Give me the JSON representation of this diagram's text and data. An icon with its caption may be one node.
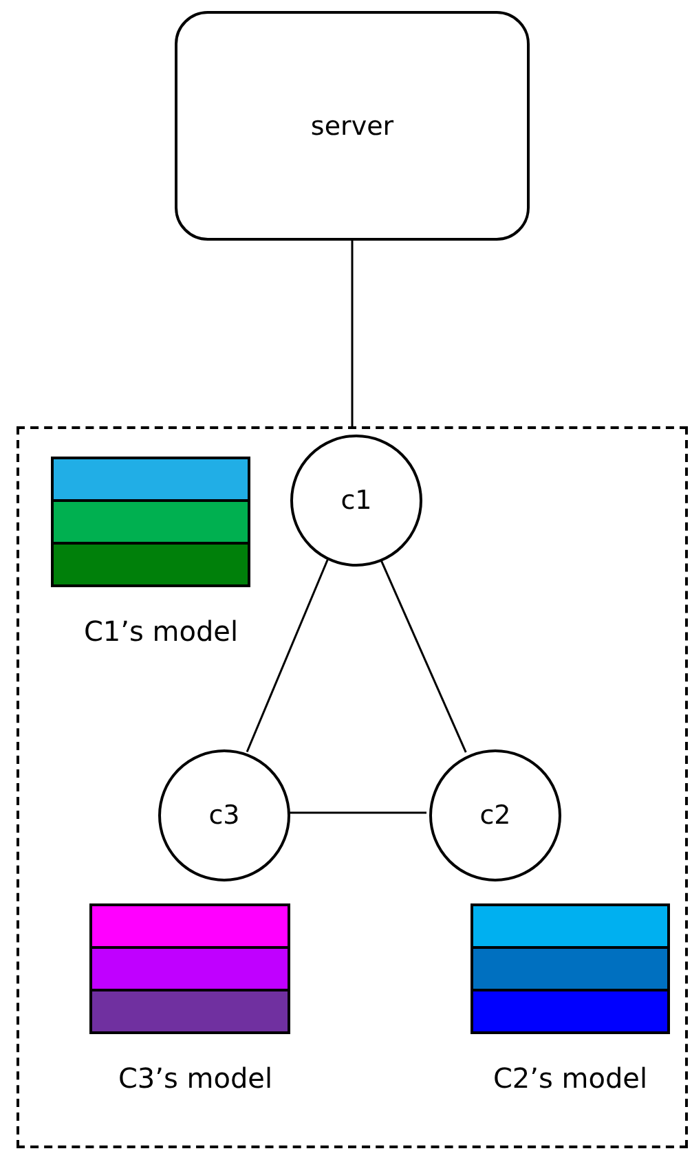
{
  "diagram": {
    "nodes": [
      {
        "text": [
          "server"
        ]
      },
      {
        "text": [],
        "shape": "box"
      },
      {
        "text": [
          "C1’s model"
        ],
        "in": 1
      },
      {
        "text": [
          "c1"
        ],
        "in": 1
      },
      {
        "text": [
          "c3"
        ],
        "in": 1
      },
      {
        "text": [
          "c2"
        ],
        "in": 1
      },
      {
        "text": [
          "C3’s model"
        ],
        "in": 1
      },
      {
        "text": [
          "C2’s model"
        ],
        "in": 1
      }
    ],
    "edges": [
      {
        "from": 0,
        "to": 1,
        "arrow": "none"
      },
      {
        "from": 3,
        "to": 4,
        "arrow": "none"
      },
      {
        "from": 3,
        "to": 5,
        "arrow": "none"
      },
      {
        "from": 4,
        "to": 5,
        "arrow": "none"
      }
    ]
  }
}
